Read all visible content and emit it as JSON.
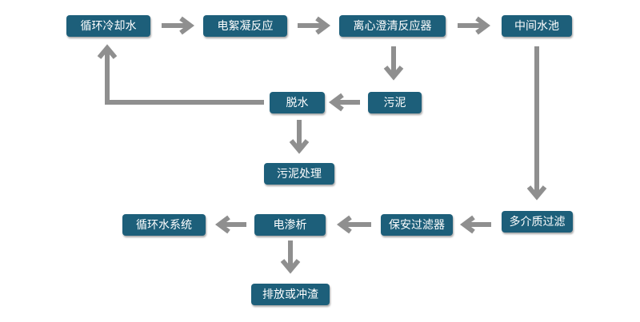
{
  "nodes": {
    "cooling": "循环冷却水",
    "electro": "电絮凝反应",
    "centrifuge": "离心澄清反应器",
    "pool": "中间水池",
    "dewater": "脱水",
    "sludge": "污泥",
    "sludgetreat": "污泥处理",
    "recirc": "循环水系统",
    "edr": "电渗析",
    "guard": "保安过滤器",
    "multimedia": "多介质过滤",
    "discharge": "排放或冲渣"
  },
  "colors": {
    "node_fill": "#1d5f7a",
    "node_text": "#ffffff",
    "arrow": "#8f8f8f"
  }
}
